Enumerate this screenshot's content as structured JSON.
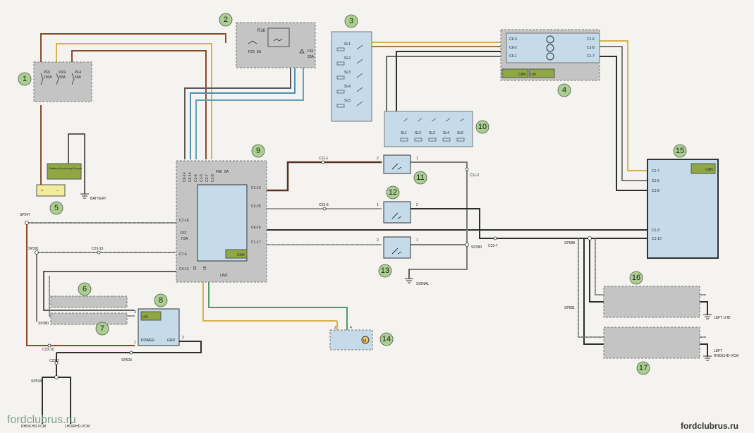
{
  "components": {
    "c1": {
      "number": "1",
      "fuses": [
        {
          "name": "PF5",
          "rating": "100A"
        },
        {
          "name": "PF9",
          "rating": "50A"
        },
        {
          "name": "PF4",
          "rating": "50A"
        }
      ]
    },
    "c2": {
      "number": "2",
      "relay": "R16",
      "fuse_a": {
        "name": "F23",
        "rating": "5A"
      },
      "fuse_b": {
        "name": "F41",
        "rating": "20A"
      }
    },
    "c3": {
      "number": "3",
      "switches": [
        "SL1",
        "SL2",
        "SL3",
        "SL4",
        "SL5"
      ]
    },
    "c4": {
      "number": "4",
      "pins_left": [
        "C6-3",
        "C6-2",
        "C6-1"
      ],
      "pins_right": [
        "C1-6",
        "C1-8",
        "C1-7"
      ],
      "can": "CAN",
      "lin": "LIN"
    },
    "c5": {
      "number": "5",
      "sensor": "Battery Monitoring Sensor",
      "battery": "BATTERY",
      "plus": "+",
      "minus": "−"
    },
    "c6": {
      "number": "6"
    },
    "c7": {
      "number": "7"
    },
    "c8": {
      "number": "8",
      "lin": "LIN",
      "power": "POWER",
      "gnd": "GND",
      "pin1": "1",
      "pin2": "2",
      "pin3": "3"
    },
    "c9": {
      "number": "9",
      "top_pins": [
        "C6-14",
        "C6-16",
        "C1-6",
        "C1-5",
        "C1-7",
        "C1-8"
      ],
      "fuse_a": {
        "name": "F66",
        "rating": "5A"
      },
      "fuse_b": {
        "name": "F67",
        "rating": "7.5A"
      },
      "right_pins": [
        "C1-13",
        "C3-25",
        "C6-16",
        "C1-17"
      ],
      "left_pins": [
        "C7-16",
        "C7-6",
        "C4-12"
      ],
      "bottom_pins": [
        "22",
        "15"
      ],
      "lin2": "LIN2",
      "can": "CAN"
    },
    "c10": {
      "number": "10",
      "switches": [
        "SL1",
        "SL2",
        "SL3",
        "SL4",
        "SL5"
      ]
    },
    "c11": {
      "number": "11",
      "pin_in": "2",
      "pin_out": "1"
    },
    "c12": {
      "number": "12",
      "pin_in": "1",
      "pin_out": "2"
    },
    "c13": {
      "number": "13",
      "pin_in": "2",
      "pin_out": "1"
    },
    "c14": {
      "number": "14",
      "pin_a": "2",
      "pin_b": "4",
      "motor": "M"
    },
    "c15": {
      "number": "15",
      "pins": [
        "C1-7",
        "C1-6",
        "C1-8",
        "C1-3",
        "C1-10"
      ],
      "can": "CAN"
    },
    "c16": {
      "number": "16",
      "label": "LEFT LHD"
    },
    "c17": {
      "number": "17",
      "label": "LEFT RHD/LHD-VCM"
    }
  },
  "connectors": {
    "c11_1": "C11-1",
    "c11_2": "C11-2",
    "c23_8": "C23-8",
    "c23_15": "C23-15",
    "c23_7": "C23-7",
    "c23_10": "C23-10",
    "c23_2": "C23-2"
  },
  "splices": {
    "sp547": "SP547",
    "sp391": "SP391",
    "sp380a": "SP380",
    "sp380b": "SP380",
    "sp523": "SP523",
    "sp518": "SP518",
    "sp588": "SP588",
    "sp581": "SP581"
  },
  "ground_label": "SIGNAL",
  "bottom_labels": {
    "left": "RHD/LHD-VCM",
    "right": "LHD/RHD-VCM"
  },
  "watermark": "fordclubrus.ru",
  "colors": {
    "module": "#c5dbea",
    "shaded": "#bfbfbf",
    "badge": "#8fa843",
    "callout": "#a9d08e",
    "battery": "#f3ec9a"
  }
}
